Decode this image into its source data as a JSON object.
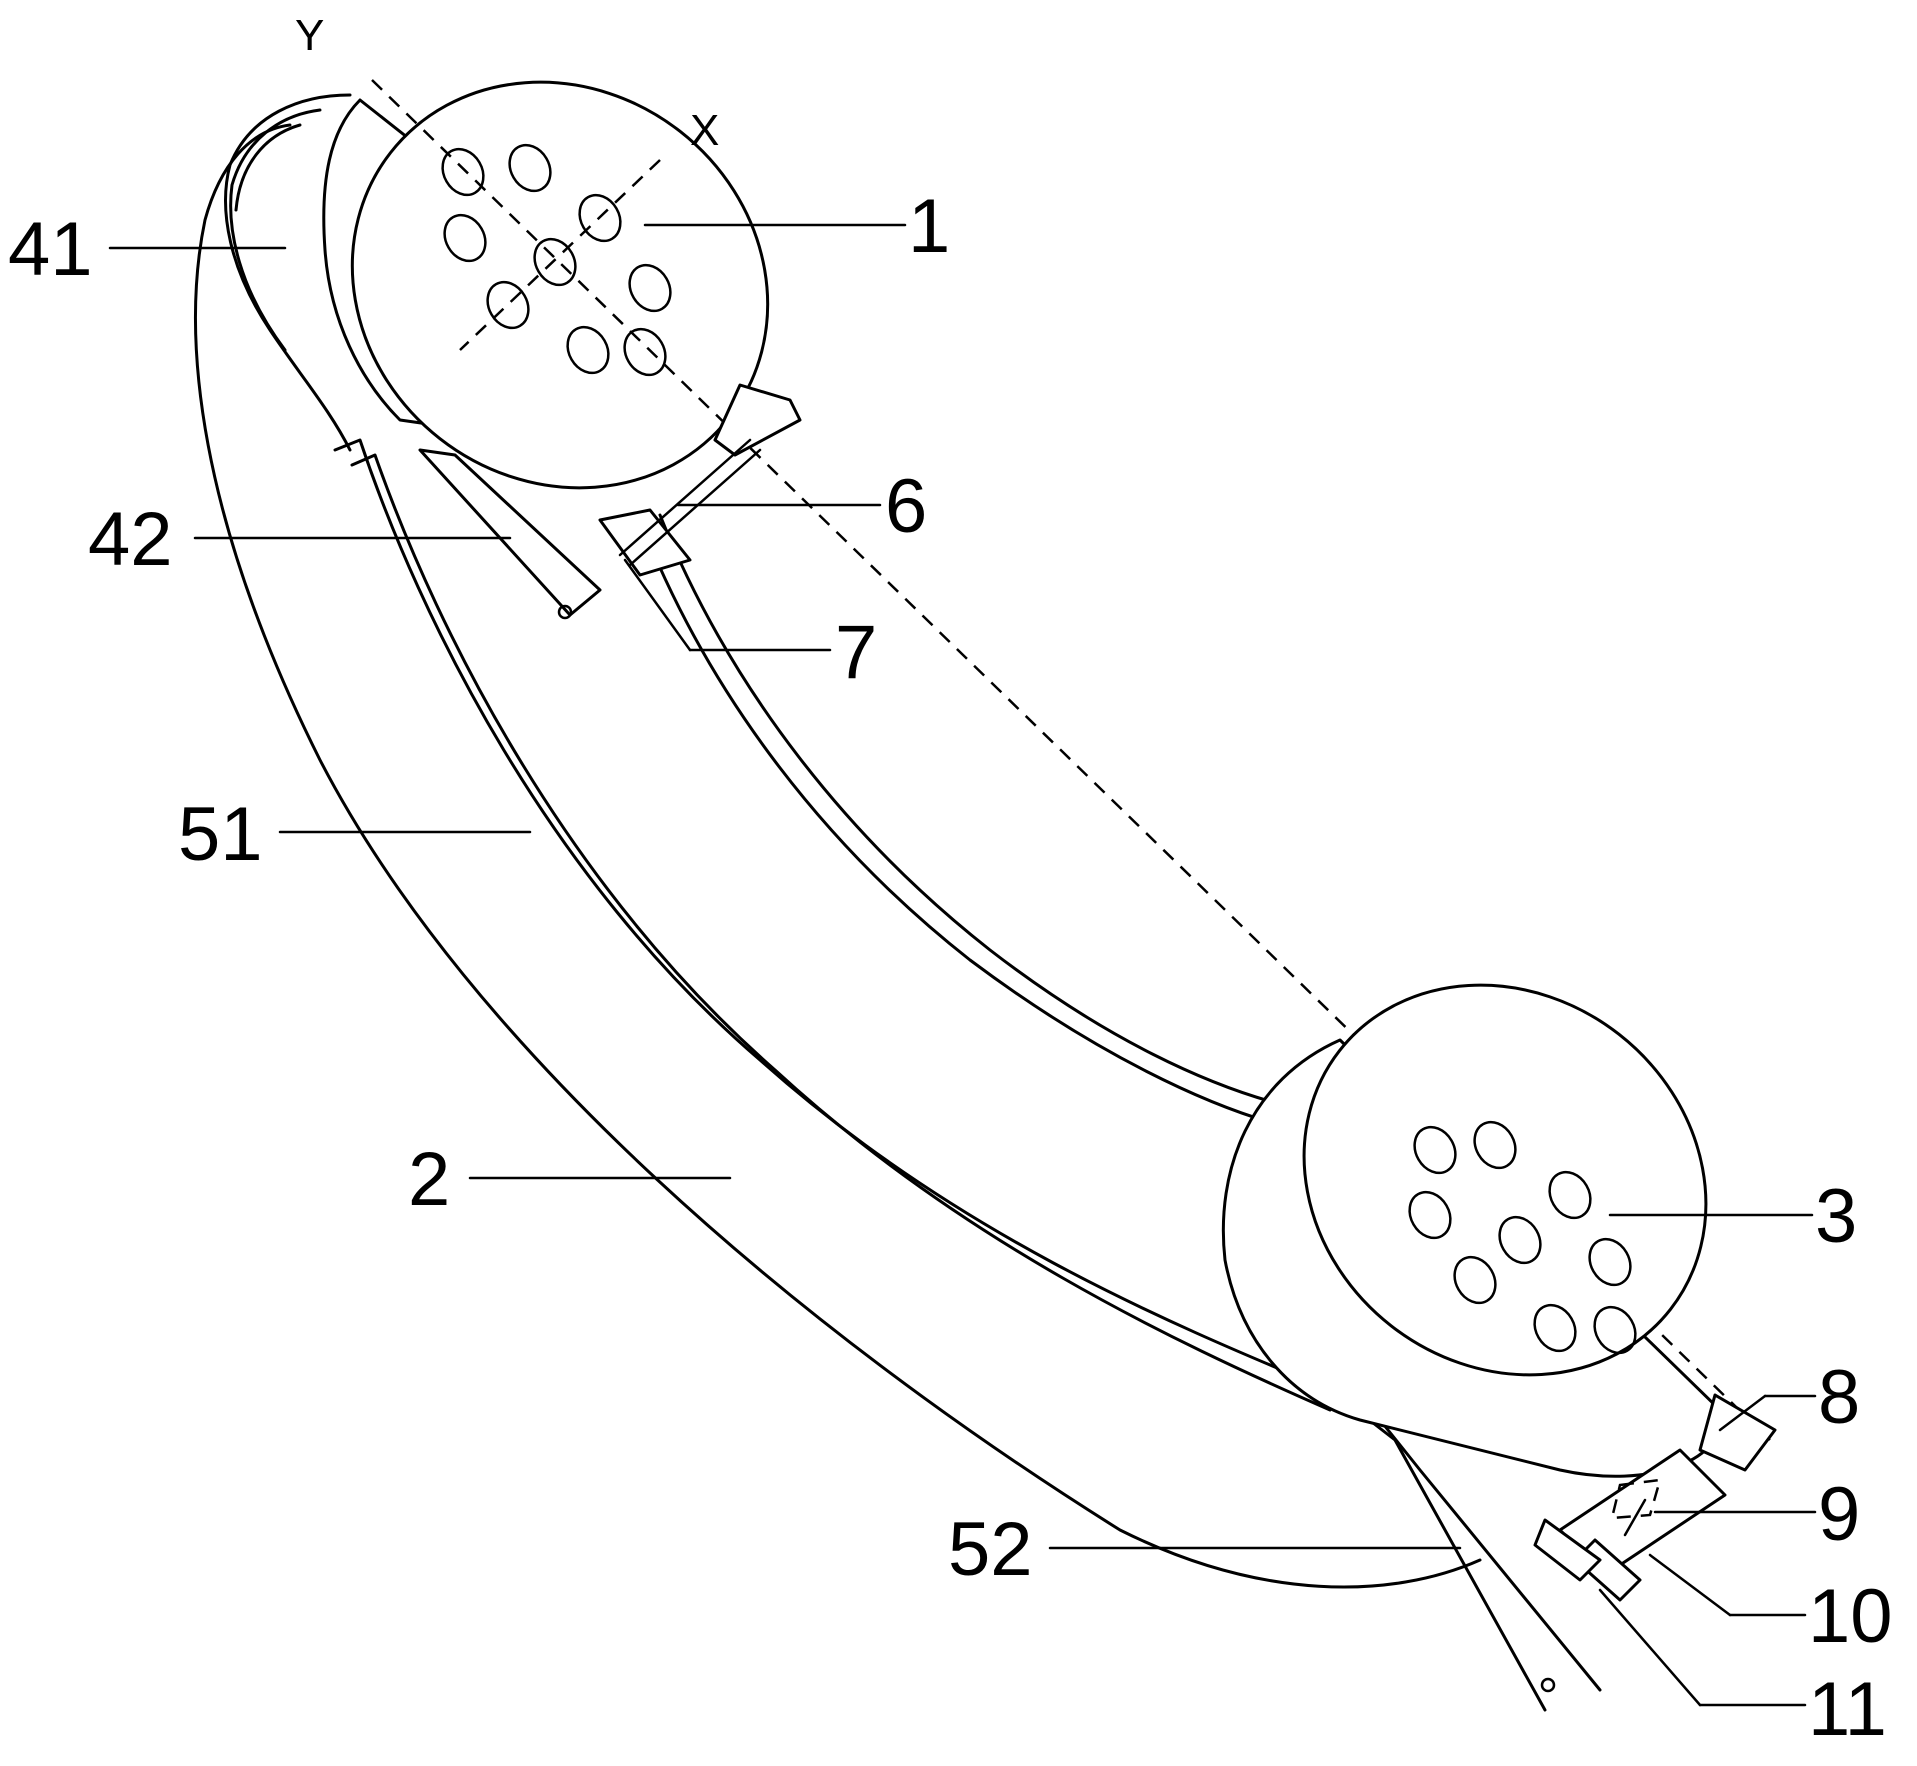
{
  "figure": {
    "axes": {
      "y": "Y",
      "x": "X"
    },
    "labels": {
      "l1": "1",
      "l2": "2",
      "l3": "3",
      "l6": "6",
      "l7": "7",
      "l8": "8",
      "l9": "9",
      "l10": "10",
      "l11": "11",
      "l41": "41",
      "l42": "42",
      "l51": "51",
      "l52": "52"
    },
    "colors": {
      "line": "#000000",
      "background": "#ffffff"
    }
  }
}
